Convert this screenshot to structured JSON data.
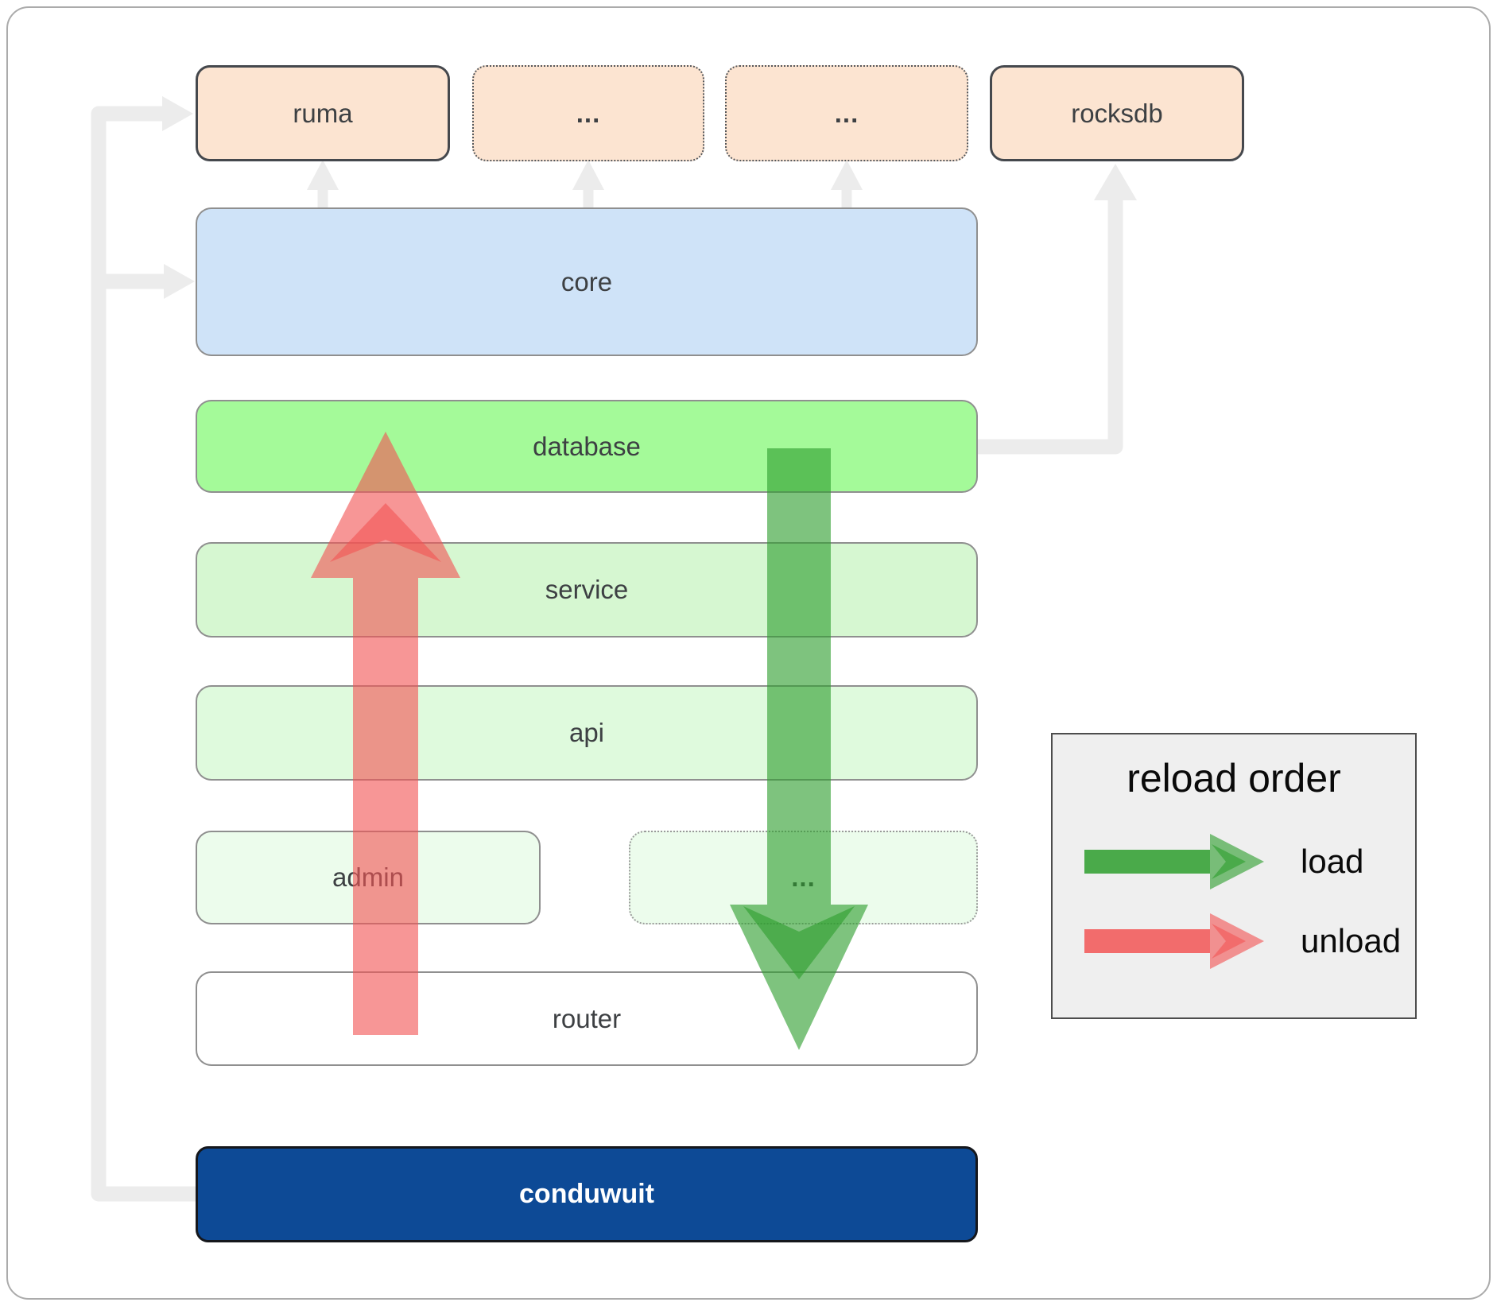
{
  "top_row": [
    {
      "label": "ruma"
    },
    {
      "label": "..."
    },
    {
      "label": "..."
    },
    {
      "label": "rocksdb"
    }
  ],
  "layers": {
    "core": "core",
    "database": "database",
    "service": "service",
    "api": "api",
    "admin": "admin",
    "admin_more": "...",
    "router": "router",
    "app": "conduwuit"
  },
  "legend": {
    "title": "reload order",
    "load_label": "load",
    "unload_label": "unload"
  },
  "colors": {
    "box_peach": "#fce4d1",
    "box_blue": "#cfe3f8",
    "box_green_bright": "#a4fa99",
    "box_green_light": "#d6f7d1",
    "box_green_lighter": "#dffadd",
    "box_green_palest": "#ecfcec",
    "box_white": "#ffffff",
    "box_navy": "#0d4a96",
    "legend_bg": "#efefef",
    "connector_gray": "#ececec",
    "load_green": "#2f9e2f",
    "unload_red": "#f25555"
  }
}
